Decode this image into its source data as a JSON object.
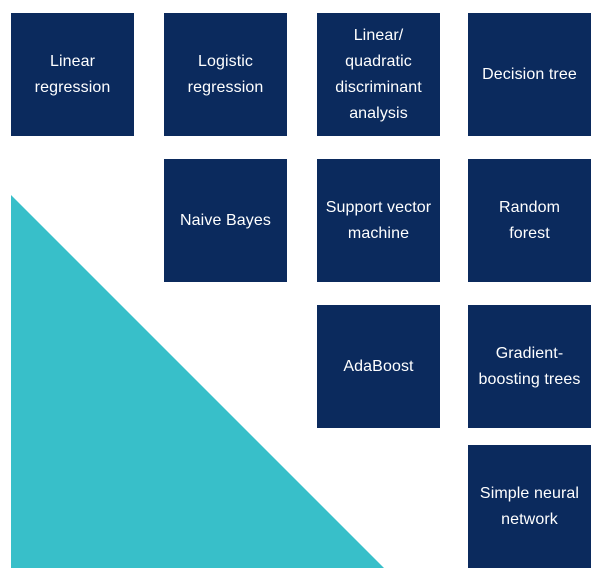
{
  "colors": {
    "tile": "#0b2a5d",
    "tile_text": "#ffffff",
    "accent_triangle": "#38bfc9",
    "background": "#ffffff"
  },
  "tiles": {
    "linear_regression": "Linear regression",
    "logistic_regression": "Logistic regression",
    "discriminant_analysis": "Linear/ quadratic discriminant analysis",
    "decision_tree": "Decision tree",
    "naive_bayes": "Naive Bayes",
    "svm": "Support vector machine",
    "random_forest": "Random forest",
    "adaboost": "AdaBoost",
    "gradient_boosting": "Gradient-boosting trees",
    "neural_network": "Simple neural network"
  }
}
